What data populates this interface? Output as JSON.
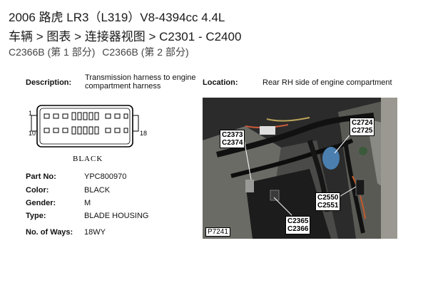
{
  "header": {
    "title": "2006 路虎 LR3（L319）V8-4394cc 4.4L",
    "breadcrumb": "车辆 > 图表 > 连接器视图 > C2301 - C2400",
    "part_links": [
      "C2366B (第 1 部分)",
      "C2366B (第 2 部分)"
    ]
  },
  "connector": {
    "description_label": "Description:",
    "description_value": "Transmission harness to engine compartment harness",
    "location_label": "Location:",
    "location_value": "Rear RH side of engine compartment",
    "pin_start": "1",
    "pin_mid_left": "10",
    "pin_end": "18",
    "color_caption": "BLACK",
    "specs": [
      {
        "label": "Part No:",
        "value": "YPC800970"
      },
      {
        "label": "Color:",
        "value": "BLACK"
      },
      {
        "label": "Gender:",
        "value": "M"
      },
      {
        "label": "Type:",
        "value": "BLADE HOUSING"
      },
      {
        "label": "No. of Ways:",
        "value": "18WY"
      }
    ]
  },
  "photo": {
    "id": "P7241",
    "callouts": [
      "C2373\nC2374",
      "C2724\nC2725",
      "C2550\nC2551",
      "C2365\nC2366"
    ]
  }
}
